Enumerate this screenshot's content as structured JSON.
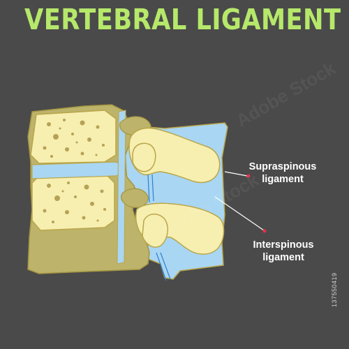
{
  "title": "VERTEBRAL LIGAMENT",
  "labels": {
    "supraspinous_line1": "Supraspinous",
    "supraspinous_line2": "ligament",
    "interspinous_line1": "Interspinous",
    "interspinous_line2": "ligament"
  },
  "stock_id": "137550419",
  "watermark": "Adobe Stock",
  "colors": {
    "background": "#4a4a4a",
    "title": "#b6e86a",
    "bone": "#f7efb0",
    "bone_outline": "#b9a64a",
    "cortical": "#bdb36a",
    "disc_ligament": "#a9d6f2",
    "ligament_line": "#2f7fd1",
    "pointer_dot": "#e8304a"
  }
}
